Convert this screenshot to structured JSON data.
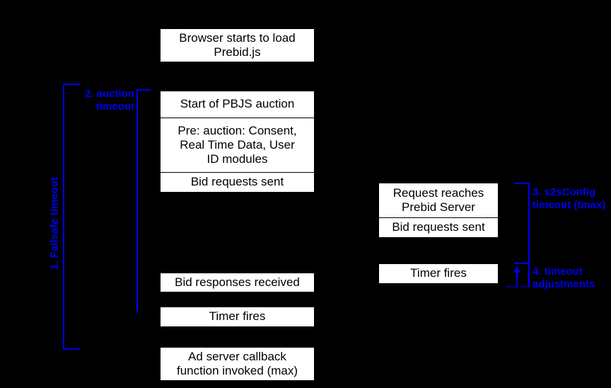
{
  "diagram": {
    "title": "Prebid timeout sequence diagram",
    "background_color": "#000000",
    "box_fill": "#ffffff",
    "box_text_color": "#000000",
    "annotation_color": "#0000ee"
  },
  "client_column": {
    "boxes": [
      {
        "id": "browser-load",
        "label": "Browser starts to load\nPrebid.js"
      },
      {
        "id": "bid-responses",
        "label": "Bid responses received"
      },
      {
        "id": "timer-fires-client",
        "label": "Timer fires"
      },
      {
        "id": "adserver-callback",
        "label": "Ad server callback\nfunction invoked (max)"
      }
    ],
    "stack": {
      "id": "auction-stack",
      "cells": [
        {
          "id": "start-auction",
          "label": "Start of PBJS auction"
        },
        {
          "id": "pre-auction",
          "label": "Pre: auction: Consent,\nReal Time Data, User\nID modules"
        },
        {
          "id": "bid-requests-sent-client",
          "label": "Bid requests sent"
        }
      ]
    }
  },
  "server_column": {
    "stack": {
      "id": "server-stack",
      "cells": [
        {
          "id": "request-reaches-server",
          "label": "Request reaches\nPrebid Server"
        },
        {
          "id": "bid-requests-sent-server",
          "label": "Bid requests sent"
        }
      ]
    },
    "boxes": [
      {
        "id": "timer-fires-server",
        "label": "Timer fires"
      }
    ]
  },
  "annotations": [
    {
      "id": "failsafe-timeout",
      "number": "1",
      "label": "1. Failsafe timeout",
      "orientation": "vertical"
    },
    {
      "id": "auction-timeout",
      "number": "2",
      "label": "2. auction\ntimeout",
      "orientation": "horizontal"
    },
    {
      "id": "s2sconfig-timeout",
      "number": "3",
      "label": "3. s2sConfig\ntimeout (tmax)",
      "orientation": "horizontal"
    },
    {
      "id": "timeout-adjustments",
      "number": "4",
      "label": "4. timeout\nadjustments",
      "orientation": "horizontal"
    }
  ]
}
